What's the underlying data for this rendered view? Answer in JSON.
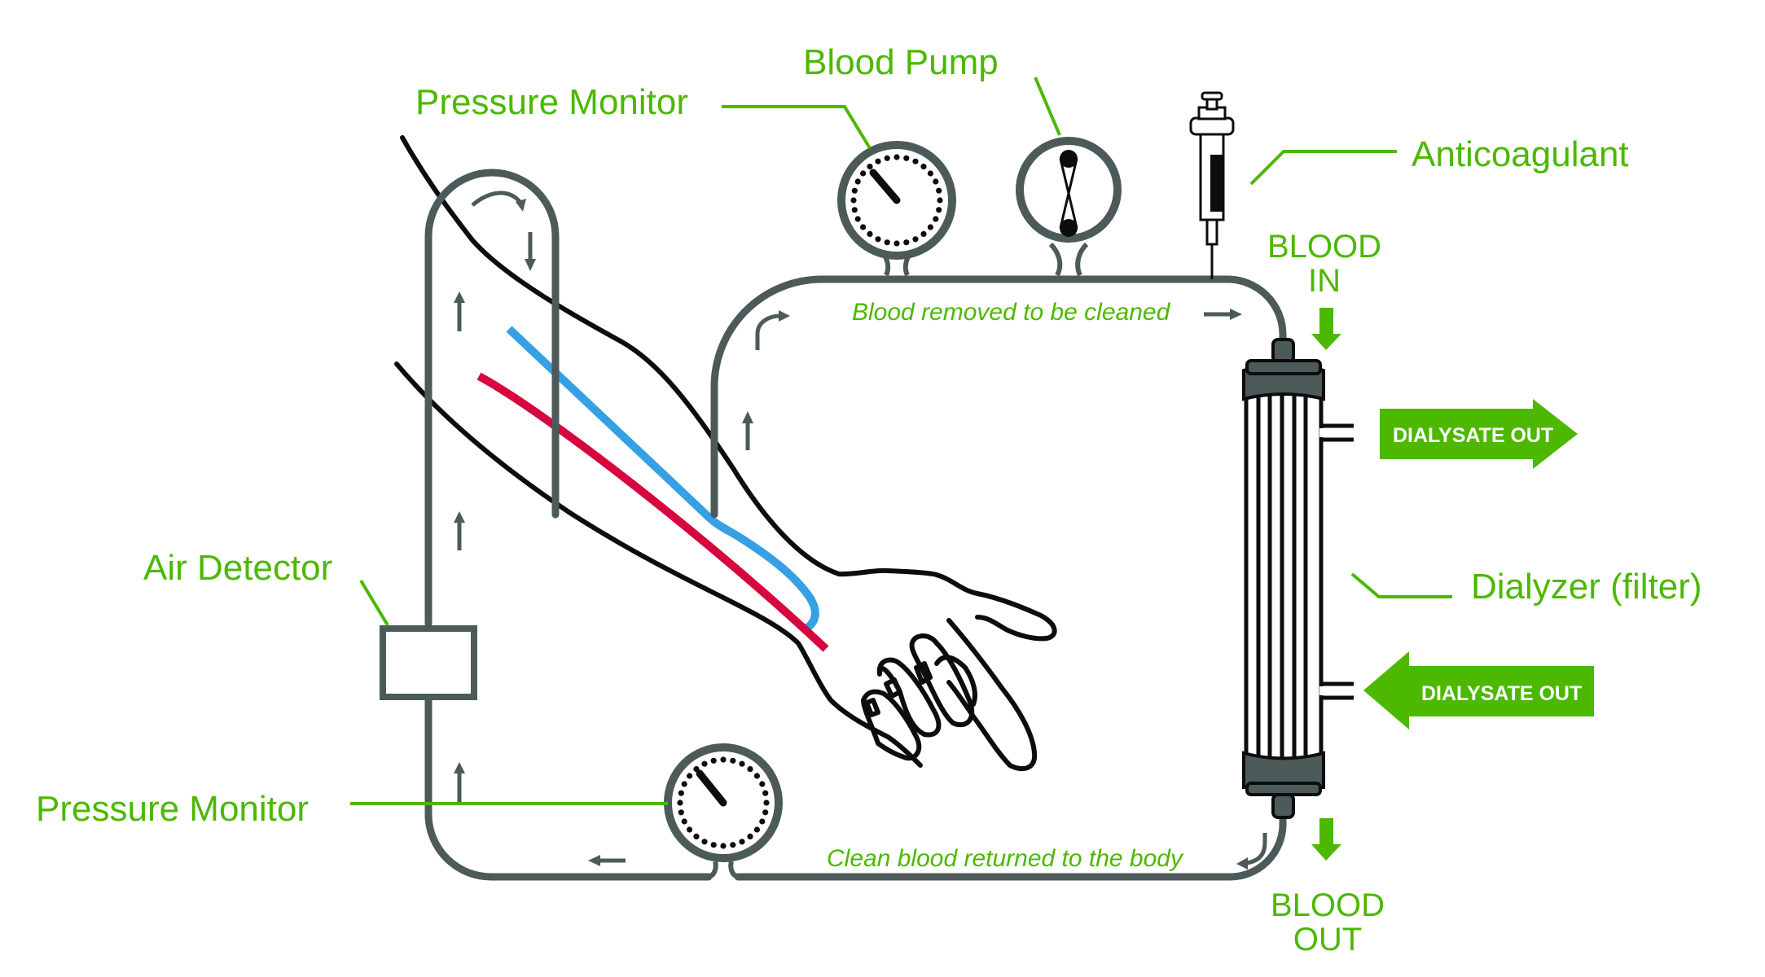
{
  "title": "Hemodialysis circuit diagram",
  "colors": {
    "label_green": "#4cb800",
    "tubing_gray": "#4d5a5a",
    "vein_blue": "#37a0e4",
    "artery_red": "#d6063f",
    "outline_black": "#0d0d0d"
  },
  "labels": {
    "pressure_monitor_top": "Pressure Monitor",
    "blood_pump": "Blood Pump",
    "anticoagulant": "Anticoagulant",
    "blood_in_line1": "BLOOD",
    "blood_in_line2": "IN",
    "dialysate_out_top": "DIALYSATE OUT",
    "dialyzer": "Dialyzer (filter)",
    "dialysate_out_bottom": "DIALYSATE OUT",
    "blood_out_line1": "BLOOD",
    "blood_out_line2": "OUT",
    "air_detector": "Air Detector",
    "pressure_monitor_bottom": "Pressure Monitor",
    "blood_removed": "Blood removed to be cleaned",
    "clean_blood_returned": "Clean blood returned to the body"
  },
  "components": [
    {
      "id": "pressure-monitor-top",
      "icon": "gauge-icon"
    },
    {
      "id": "blood-pump",
      "icon": "pump-icon"
    },
    {
      "id": "anticoagulant-syringe",
      "icon": "syringe-icon"
    },
    {
      "id": "dialyzer",
      "icon": "filter-cartridge-icon"
    },
    {
      "id": "air-detector",
      "icon": "box-icon"
    },
    {
      "id": "pressure-monitor-bottom",
      "icon": "gauge-icon"
    },
    {
      "id": "arm",
      "icon": "arm-icon"
    }
  ]
}
